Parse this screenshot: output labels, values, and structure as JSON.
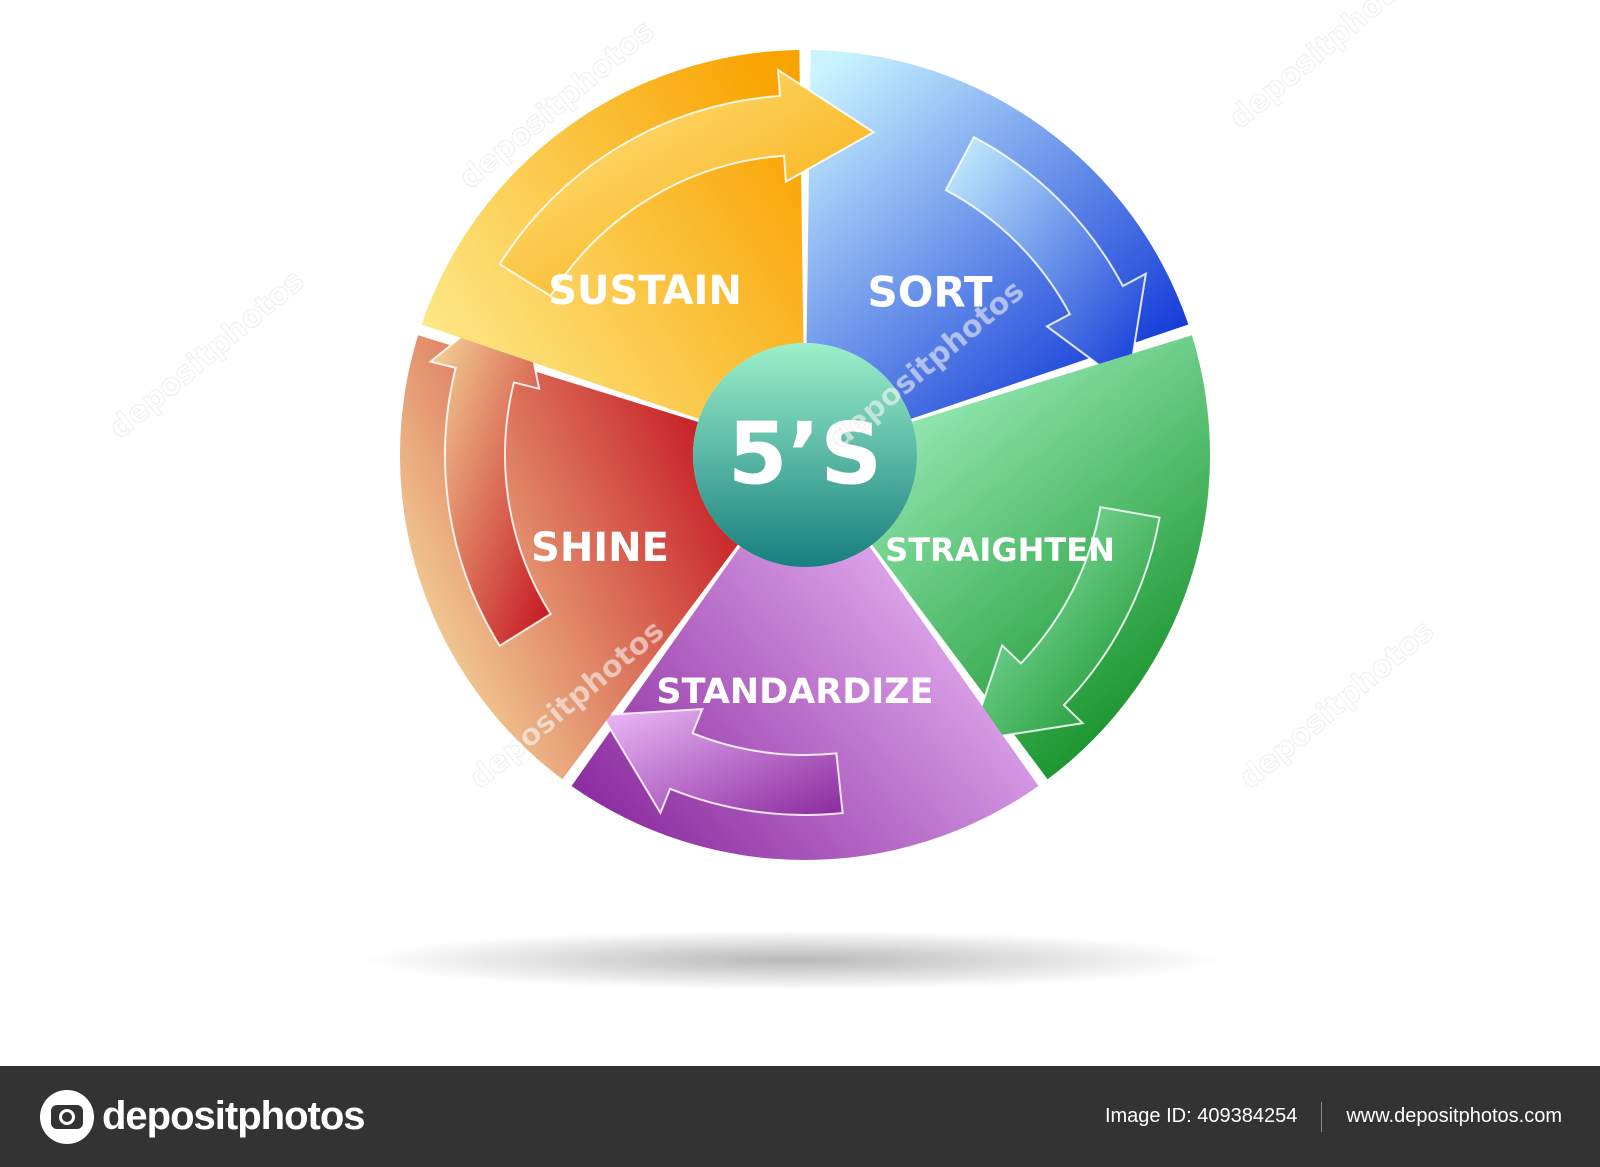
{
  "diagram": {
    "center_label": "5’S",
    "segments": [
      {
        "label": "SORT",
        "color_light": "#c9f4ff",
        "color_dark": "#0d34d6"
      },
      {
        "label": "STRAIGHTEN",
        "color_light": "#9ff1c0",
        "color_dark": "#0b8a1d"
      },
      {
        "label": "STANDARDIZE",
        "color_light": "#ecbaf8",
        "color_dark": "#8a2a9e"
      },
      {
        "label": "SHINE",
        "color_light": "#f8e4a2",
        "color_dark": "#c30f1c"
      },
      {
        "label": "SUSTAIN",
        "color_light": "#fde98a",
        "color_dark": "#f9a300"
      }
    ],
    "center_color_top": "#9cf0cb",
    "center_color_bottom": "#177f7f"
  },
  "watermark": {
    "text": "depositphotos"
  },
  "footer": {
    "brand": "depositphotos",
    "image_id": "Image ID: 409384254",
    "site": "www.depositphotos.com",
    "background": "#333333"
  }
}
